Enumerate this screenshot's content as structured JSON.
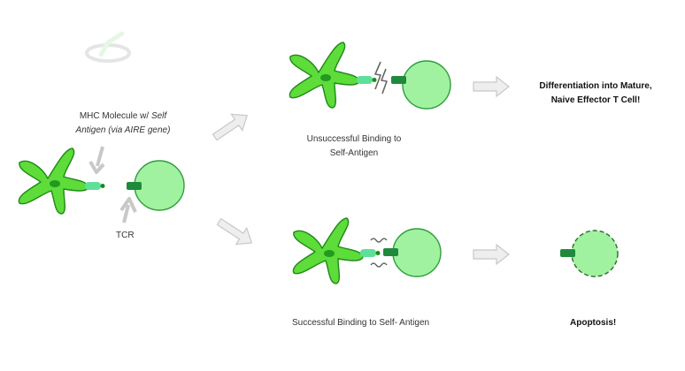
{
  "labels": {
    "mhc_line1_prefix": "MHC Molecule w/ ",
    "mhc_line1_italic": "Self",
    "mhc_line2_italic": "Antigen (via AIRE gene)",
    "tcr": "TCR",
    "unsuccessful_line1": "Unsuccessful Binding to",
    "unsuccessful_line2": "Self-Antigen",
    "differentiation_line1": "Differentiation into Mature,",
    "differentiation_line2": "Naive Effector T Cell!",
    "successful": "Successful Binding to Self- Antigen",
    "apoptosis": "Apoptosis!"
  },
  "colors": {
    "dendritic_fill": "#5ddc3a",
    "dendritic_stroke": "#1e8a17",
    "nucleus": "#229a1e",
    "tcell_fill": "#a1f2a0",
    "tcell_stroke": "#2e9e3b",
    "mhc": "#5fe09a",
    "tcr": "#1f8a3c",
    "arrow_fill": "#eeeeee",
    "arrow_stroke": "#c8c8c8"
  }
}
